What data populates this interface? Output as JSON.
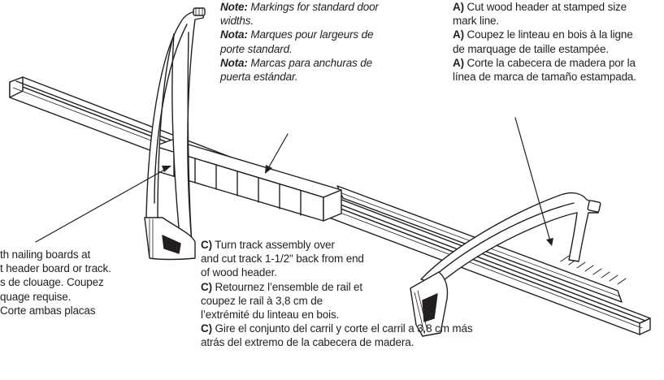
{
  "colors": {
    "ink": "#231f20",
    "background": "#ffffff"
  },
  "note": {
    "lines": [
      {
        "b": "Note:",
        "t": " Markings for standard door"
      },
      {
        "b": "",
        "t": "widths."
      },
      {
        "b": "Nota:",
        "t": " Marques pour largeurs de"
      },
      {
        "b": "",
        "t": "porte standard."
      },
      {
        "b": "Nota:",
        "t": " Marcas para anchuras de"
      },
      {
        "b": "",
        "t": "puerta estándar."
      }
    ]
  },
  "step_a": {
    "lines": [
      {
        "b": "A)",
        "t": " Cut wood header at stamped size"
      },
      {
        "b": "",
        "t": "mark line."
      },
      {
        "b": "A)",
        "t": " Coupez le linteau en bois à la ligne"
      },
      {
        "b": "",
        "t": "de marquage de taille estampée."
      },
      {
        "b": "A)",
        "t": " Corte la cabecera de madera por la"
      },
      {
        "b": "",
        "t": "línea de marca de tamaño estampada."
      }
    ]
  },
  "step_b": {
    "lines": [
      {
        "b": "",
        "t": "th nailing boards at"
      },
      {
        "b": "",
        "t": "t header board or track."
      },
      {
        "b": "",
        "t": "s de clouage. Coupez"
      },
      {
        "b": "",
        "t": "quage requise."
      },
      {
        "b": "",
        "t": " Corte ambas placas"
      }
    ]
  },
  "step_c": {
    "lines": [
      {
        "b": "C)",
        "t": " Turn track assembly over"
      },
      {
        "b": "",
        "t": "and cut track 1-1/2\" back from end"
      },
      {
        "b": "",
        "t": "of wood header."
      },
      {
        "b": "C)",
        "t": " Retournez l’ensemble de rail et"
      },
      {
        "b": "",
        "t": "coupez le rail à 3,8 cm de"
      },
      {
        "b": "",
        "t": "l’extrémité du linteau en bois."
      },
      {
        "b": "C)",
        "t": " Gire el conjunto del carril y corte el carril a 3,8 cm más"
      },
      {
        "b": "",
        "t": "atrás del extremo de la cabecera de madera."
      }
    ]
  }
}
